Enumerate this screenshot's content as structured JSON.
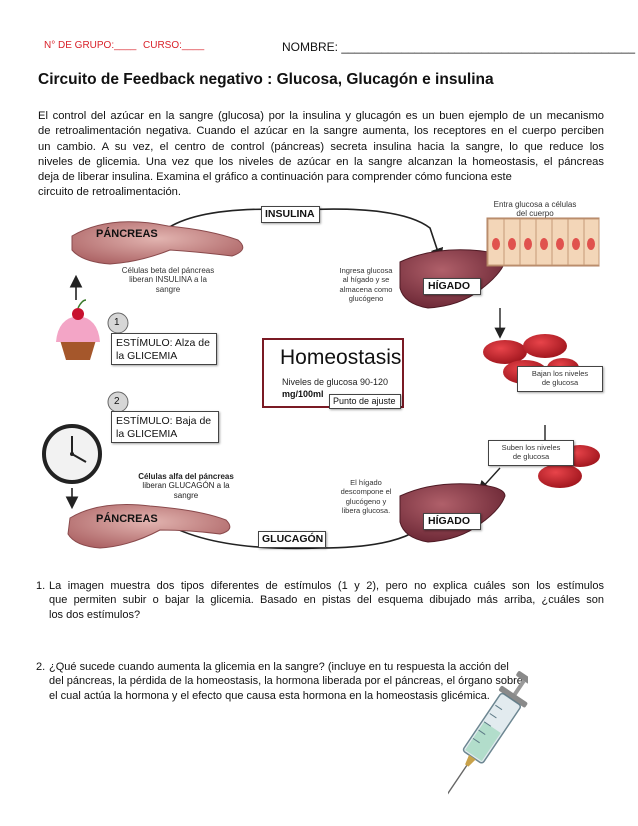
{
  "header": {
    "group_label": "N° DE GRUPO:____",
    "course_label": "CURSO:____",
    "name_label": "NOMBRE: ____________________________________________"
  },
  "title": "Circuito de Feedback negativo : Glucosa, Glucagón e insulina",
  "intro": [
    "El control del azúcar en la sangre (glucosa) por la insulina y glucagón es un buen ejemplo de un mecanismo",
    "de retroalimentación negativa. Cuando el azúcar en la sangre aumenta, los receptores en el cuerpo perciben",
    "un cambio. A su vez, el centro de control (páncreas) secreta insulina hacia la sangre, lo que reduce los",
    "niveles de glicemia. Una vez que los niveles de azúcar en la sangre alcanzan la homeostasis, el páncreas",
    "deja de liberar insulina. Examina el gráfico a continuación para comprender cómo funciona este",
    "circuito de retroalimentación."
  ],
  "diagram": {
    "insulina": "INSULINA",
    "glucagon": "GLUCAGÓN",
    "pancreas_top": "PÁNCREAS",
    "pancreas_bottom": "PÁNCREAS",
    "higado_top": "HÍGADO",
    "higado_bottom": "HÍGADO",
    "beta_cells": [
      "Células beta del páncreas",
      "liberan INSULINA a la",
      "sangre"
    ],
    "alpha_cells": [
      "Células alfa del páncreas",
      "liberan GLUCAGÓN a la",
      "sangre"
    ],
    "liver_store": [
      "Ingresa glucosa",
      "al hígado y se",
      "almacena como",
      "glucógeno"
    ],
    "liver_break": [
      "El hígado",
      "descompone el",
      "glucógeno y",
      "libera glucosa."
    ],
    "entra_glucosa": [
      "Entra glucosa a células",
      "del cuerpo"
    ],
    "bajan_niveles": [
      "Bajan los niveles",
      "de glucosa"
    ],
    "suben_niveles": [
      "Suben los niveles",
      "de glucosa"
    ],
    "stimulus1_num": "1",
    "stimulus1": [
      "ESTÍMULO: Alza de",
      "la GLICEMIA"
    ],
    "stimulus2_num": "2",
    "stimulus2": [
      "ESTÍMULO: Baja de",
      "la GLICEMIA"
    ],
    "homeostasis": "Homeostasis",
    "niveles": "Niveles de glucosa 90-120",
    "unit": "mg/100ml",
    "punto_ajuste": "Punto de ajuste"
  },
  "questions": {
    "q1_num": "1.",
    "q1": [
      "La imagen muestra dos tipos diferentes de estímulos (1 y 2), pero no explica cuáles son los estímulos",
      "que permiten subir o bajar la glicemia. Basado en pistas del esquema  dibujado más arriba, ¿cuáles son",
      "los dos estímulos?"
    ],
    "q2_num": "2.",
    "q2": [
      "¿Qué sucede cuando aumenta la glicemia en la sangre? (incluye en tu respuesta la acción del",
      "del páncreas,  la pérdida de la homeostasis, la hormona liberada por el páncreas, el órgano sobre",
      "el cual actúa la hormona y el efecto que causa esta hormona en la homeostasis glicémica."
    ]
  },
  "colors": {
    "accent_red": "#d9222a",
    "pancreas": "#c98e8e",
    "liver": "#7b3442",
    "blood": "#c8232c",
    "cells": "#f3d6b8"
  }
}
